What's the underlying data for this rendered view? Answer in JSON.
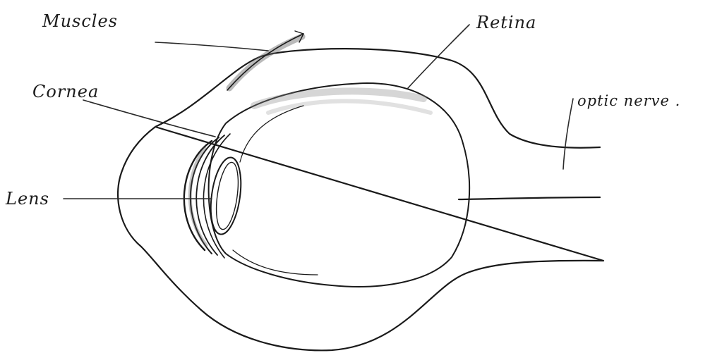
{
  "diagram": {
    "labels": {
      "muscles": "Muscles",
      "retina": "Retina",
      "cornea": "Cornea",
      "optic_nerve": "optic nerve .",
      "lens": "Lens"
    }
  }
}
